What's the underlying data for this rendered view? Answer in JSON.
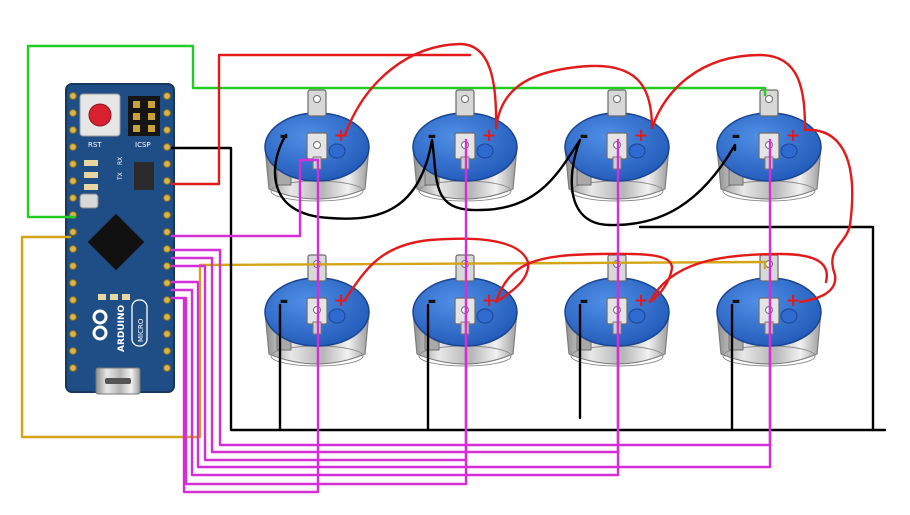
{
  "board": {
    "rst_label": "RST",
    "icsp_label": "ICSP",
    "tx_label": "TX",
    "rx_label": "RX",
    "brand_label": "ARDUINO",
    "model_label": "MICRO",
    "pcb_color": "#1f4e86"
  },
  "switches": [
    {
      "minus": "-",
      "plus": "+"
    },
    {
      "minus": "-",
      "plus": "+"
    },
    {
      "minus": "-",
      "plus": "+"
    },
    {
      "minus": "-",
      "plus": "+"
    },
    {
      "minus": "-",
      "plus": "+"
    },
    {
      "minus": "-",
      "plus": "+"
    },
    {
      "minus": "-",
      "plus": "+"
    },
    {
      "minus": "-",
      "plus": "+"
    }
  ],
  "wire_colors": {
    "ground": "#000000",
    "vcc": "#e21a1a",
    "signal": "#d62ed6",
    "green": "#22cc22",
    "yellow": "#d4a417"
  },
  "icons": [
    "arduino-micro-board-icon",
    "led-switch-icon"
  ]
}
